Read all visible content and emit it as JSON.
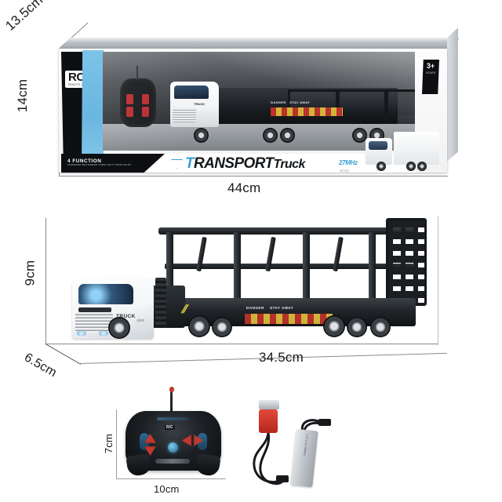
{
  "product": {
    "name": "TRANSPORT Truck",
    "type": "RC Transport Truck Car Carrier Toy"
  },
  "package": {
    "rc_logo": "RC",
    "rc_logo_sub": "REMOTE CONTROL",
    "function_label": "4 FUNCTION",
    "function_sub": "FORWARD  BACKWARD  TURN LEFT  TURN RIGHT",
    "title_part1": "T",
    "title_part2": "RANSPORT",
    "title_part3": "Truck",
    "frequency": "27MHz",
    "frequency_chevrons": "≪≪",
    "age_badge": "3+",
    "age_badge_sub": "YEARS",
    "dimensions": {
      "depth": "13.5cm",
      "height": "14cm",
      "width": "44cm"
    }
  },
  "model": {
    "cab_brand": "TRUCK",
    "cab_number": "3000",
    "trailer_warning_1": "DANGER",
    "trailer_warning_2": "STAY AWAY",
    "dimensions": {
      "height": "9cm",
      "depth": "6.5cm",
      "length": "34.5cm"
    }
  },
  "accessories": {
    "remote": {
      "label": "R/C",
      "dimensions": {
        "height": "7cm",
        "width": "10cm"
      }
    },
    "cable": {
      "name": "USB charging cable"
    },
    "battery": {
      "name": "rechargeable battery pack",
      "label": "3.7V  Li-ion  Battery"
    }
  },
  "colors": {
    "accent_blue": "#3a9fd4",
    "panel_blue": "#6ab6e0",
    "dark": "#15181b",
    "hazard_red": "#bf3129",
    "hazard_yellow": "#ddbe3c",
    "remote_red": "#c2382e",
    "background": "#ffffff"
  }
}
